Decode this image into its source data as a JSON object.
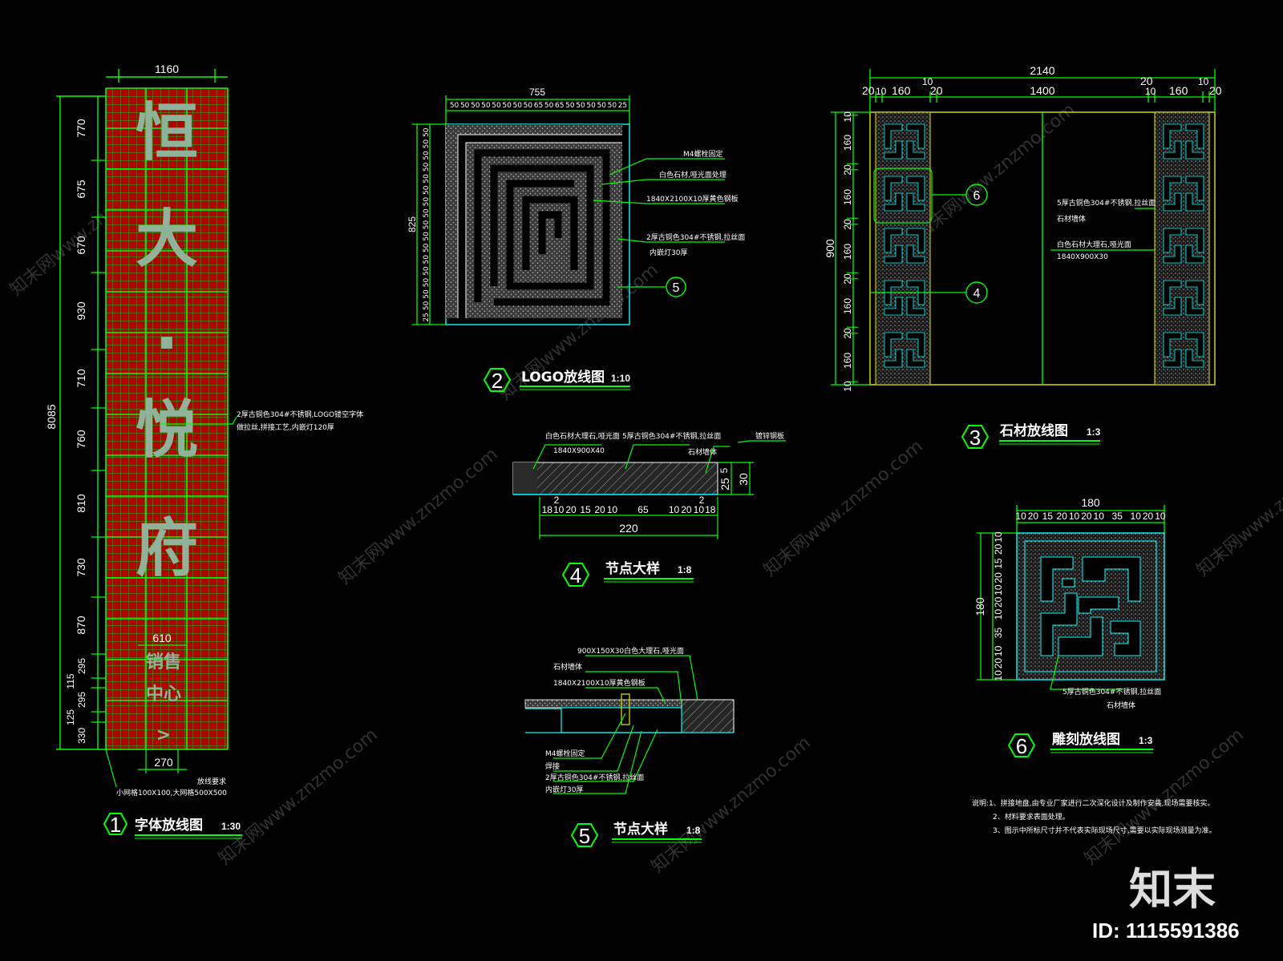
{
  "colors": {
    "dim_line": "#00ff00",
    "panel_fill": "#b40000",
    "grid": "#00ff00",
    "stone": "#c8c800",
    "cyan": "#00ffff",
    "hatch": "#8fb39a"
  },
  "fig1": {
    "chars": [
      "恒",
      "大",
      "·",
      "悦",
      "府"
    ],
    "small_chars": [
      "销售",
      "中心",
      ">"
    ],
    "dim_top": "1160",
    "dim_total": "8085",
    "dims_left": [
      "770",
      "675",
      "670",
      "930",
      "710",
      "760",
      "810",
      "730",
      "870",
      "295",
      "115",
      "295",
      "125",
      "330"
    ],
    "dim_610": "610",
    "dim_270": "270",
    "note1": "2厚古铜色304#不锈钢,LOGO镂空字体",
    "note2": "做拉丝,拼接工艺,内嵌灯120厚",
    "note3": "放线要求",
    "note4": "小网格100X100,大网格500X500",
    "number": "1",
    "title": "字体放线图",
    "scale": "1:30"
  },
  "fig2": {
    "dim_top": "755",
    "dims_top": [
      "50",
      "50",
      "50",
      "50",
      "50",
      "50",
      "50",
      "50",
      "65",
      "50",
      "65",
      "50",
      "50",
      "50",
      "50",
      "50",
      "25"
    ],
    "dim_left": "825",
    "dims_left": [
      "50",
      "50",
      "50",
      "50",
      "50",
      "50",
      "50",
      "50",
      "50",
      "50",
      "50",
      "50",
      "50",
      "50",
      "50",
      "50",
      "25"
    ],
    "note1": "M4螺栓固定",
    "note2": "白色石材,哑光面处理",
    "note3": "1840X2100X10厚黄色钢板",
    "note4": "2厚古铜色304#不锈钢,拉丝面",
    "note5": "内嵌灯30厚",
    "callout": "5",
    "number": "2",
    "title": "LOGO放线图",
    "scale": "1:10"
  },
  "fig3": {
    "dim_top": "2140",
    "dims_top": [
      "20",
      "10",
      "160",
      "10",
      "20",
      "1400",
      "20",
      "10",
      "160",
      "10",
      "20"
    ],
    "dim_left": "900",
    "dims_left": [
      "10",
      "160",
      "20",
      "160",
      "20",
      "160",
      "20",
      "160",
      "20",
      "160",
      "10"
    ],
    "note1": "5厚古铜色304#不锈钢,拉丝面",
    "note2": "石材墙体",
    "note3": "白色石材大理石,哑光面",
    "note4": "1840X900X30",
    "callout_a": "6",
    "callout_b": "4",
    "number": "3",
    "title": "石材放线图",
    "scale": "1:3"
  },
  "fig4": {
    "note1": "白色石材大理石,哑光面",
    "note2": "1840X900X40",
    "note3": "5厚古铜色304#不锈钢,拉丝面",
    "note4": "石材墙体",
    "note5": "镀锌钢板",
    "dims_right": [
      "5",
      "25",
      "30"
    ],
    "dims_bottom": [
      "18",
      "10",
      "20",
      "15",
      "20",
      "10",
      "65",
      "10",
      "20",
      "10",
      "18"
    ],
    "dim_2a": "2",
    "dim_2b": "2",
    "dim_total": "220",
    "number": "4",
    "title": "节点大样",
    "scale": "1:8"
  },
  "fig5": {
    "note1": "900X150X30白色大理石,哑光面",
    "note2": "石材墙体",
    "note3": "1840X2100X10厚黄色钢板",
    "note4": "M4螺栓固定",
    "note5": "焊接",
    "note6": "2厚古铜色304#不锈钢,拉丝面",
    "note7": "内嵌灯30厚",
    "number": "5",
    "title": "节点大样",
    "scale": "1:8"
  },
  "fig6": {
    "dim_top": "180",
    "dims_top": [
      "10",
      "20",
      "15",
      "20",
      "10",
      "20",
      "10",
      "35",
      "10",
      "20",
      "10"
    ],
    "dim_left": "180",
    "dims_left": [
      "10",
      "20",
      "15",
      "20",
      "10",
      "20",
      "10",
      "35",
      "10",
      "20",
      "10"
    ],
    "note1": "5厚古铜色304#不锈钢,拉丝面",
    "note2": "石材墙体",
    "number": "6",
    "title": "雕刻放线图",
    "scale": "1:3"
  },
  "notes": {
    "line1": "说明:1、拼接地盘,由专业厂家进行二次深化设计及制作安装,现场需要核实。",
    "line2": "2、材料要求表面处理。",
    "line3": "3、图示中所标尺寸并不代表实际现场尺寸,需要以实际现场测量为准。"
  },
  "watermark": {
    "text": "知末网www.znzmo.com",
    "brand": "知末",
    "id": "ID: 1115591386"
  }
}
